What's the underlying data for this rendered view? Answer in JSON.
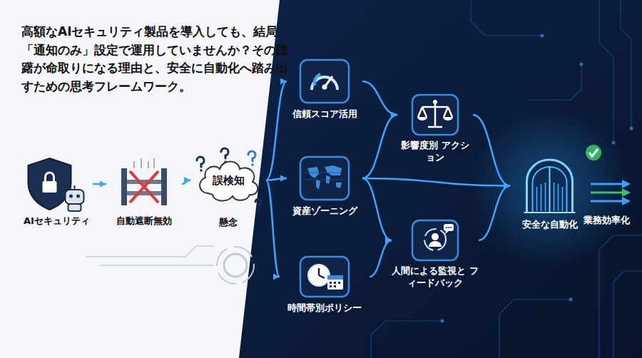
{
  "diagram": {
    "title": "高額なAIセキュリティ製品を導入しても、結局「通知のみ」設定で運用していませんか？その躊躇が命取りになる理由と、安全に自動化へ踏み出すための思考フレームワーク。",
    "nodes": [
      {
        "text": [
          "AIセキュリティ"
        ]
      },
      {
        "text": [
          "自動遮断無効"
        ]
      },
      {
        "text": [
          "誤検知",
          "懸念"
        ]
      },
      {
        "text": [
          "信頼スコア活用"
        ]
      },
      {
        "text": [
          "資産ゾーニング"
        ]
      },
      {
        "text": [
          "時間帯別ポリシー"
        ]
      },
      {
        "text": [
          "影響度別 アクション"
        ]
      },
      {
        "text": [
          "人間による監視と フィードバック"
        ]
      },
      {
        "text": [
          "安全な自動化"
        ]
      }
    ],
    "edges": [
      {
        "from": 0,
        "to": 1,
        "arrow": "to"
      },
      {
        "from": 1,
        "to": 2,
        "arrow": "to"
      },
      {
        "from": 2,
        "to": 3,
        "arrow": "to"
      },
      {
        "from": 2,
        "to": 4,
        "arrow": "to"
      },
      {
        "from": 2,
        "to": 5,
        "arrow": "to"
      },
      {
        "from": 3,
        "to": 6,
        "arrow": "to"
      },
      {
        "from": 4,
        "to": 6,
        "arrow": "to"
      },
      {
        "from": 4,
        "to": 7,
        "arrow": "to"
      },
      {
        "from": 4,
        "to": 8,
        "arrow": "to"
      },
      {
        "from": 5,
        "to": 7,
        "arrow": "to"
      },
      {
        "from": 6,
        "to": 8,
        "arrow": "to"
      },
      {
        "from": 7,
        "to": 8,
        "arrow": "to"
      }
    ],
    "labels": [
      "業務効率化"
    ]
  }
}
